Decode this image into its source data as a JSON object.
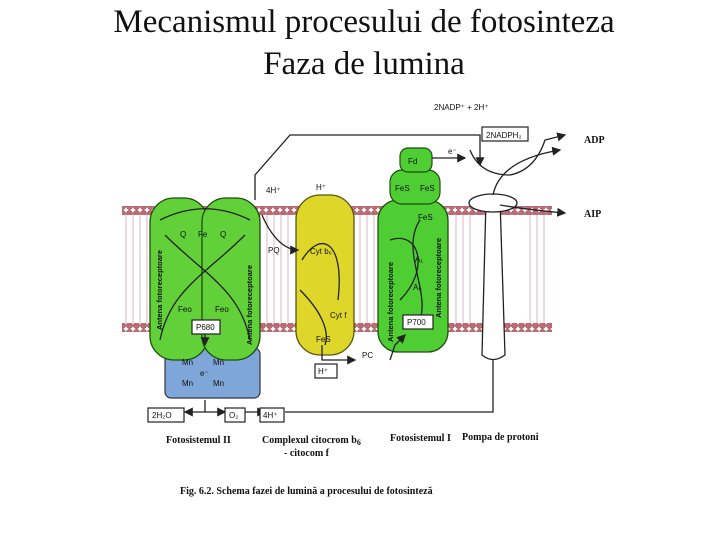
{
  "title": {
    "line1": "Mecanismul procesului de fotosinteza",
    "line2": "Faza de lumina"
  },
  "colors": {
    "psii_green": "#62d039",
    "cyt_yellow": "#ded72a",
    "psi_green": "#4fce34",
    "mn_blue": "#7fa6d8",
    "membrane_head": "#bf6a72"
  },
  "labels": {
    "nadp": "2NADP⁺ + 2H⁺",
    "nadph": "2NADPH₂",
    "adp": "ADP",
    "atp": "AIP",
    "h4_top": "4H⁺",
    "h_top": "H⁺",
    "fd": "Fd",
    "e_fd": "e⁻",
    "fes_a": "FeS",
    "fes_b": "FeS",
    "fes_c": "FeS",
    "q1": "Q",
    "fe": "Fe",
    "q2": "Q",
    "pq": "PQ",
    "cyt_b6": "Cyt b₆",
    "cyt_f": "Cyt f",
    "fes_cyt": "FeS",
    "pc": "PC",
    "h_bottom": "H⁺",
    "a1": "A₁",
    "a0": "A₀",
    "feo1": "Feo",
    "feo2": "Feo",
    "p680": "P680",
    "p700": "P700",
    "mn1": "Mn",
    "mn2": "Mn",
    "mn3": "Mn",
    "mn4": "Mn",
    "e_mn": "e⁻",
    "h2o": "2H₂O",
    "o2": "O₂",
    "h4_bottom": "4H⁺",
    "antenna": "Antena fotoreceptoare"
  },
  "captions": {
    "psii": "Fotosistemul II",
    "cyt_complex_1": "Complexul citocrom b",
    "cyt_complex_sub": "6",
    "cyt_complex_2": "- citocom f",
    "psi": "Fotosistemul I",
    "pump": "Pompa de protoni",
    "fig": "Fig. 6.2. Schema fazei de lumină a procesului de fotosinteză"
  }
}
